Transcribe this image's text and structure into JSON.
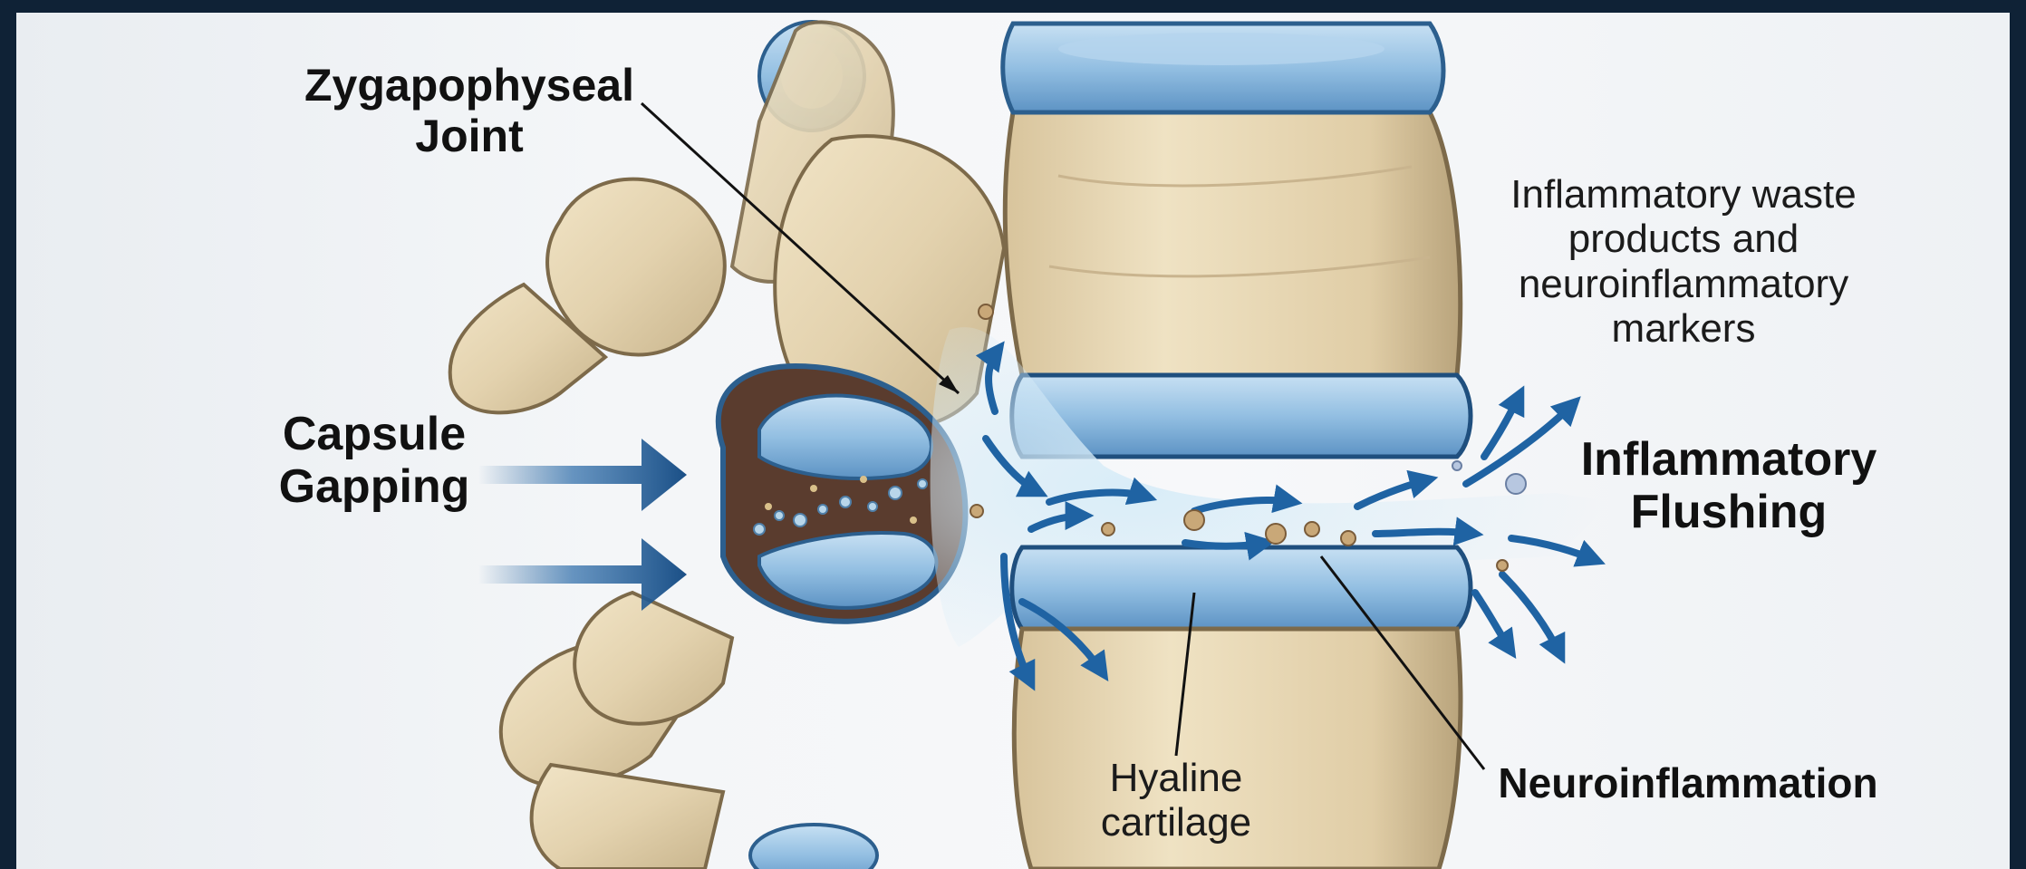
{
  "labels": {
    "zygapophyseal_joint": "Zygapophyseal\nJoint",
    "capsule_gapping": "Capsule\nGapping",
    "inflammatory_waste": "Inflammatory waste\nproducts and\nneuroinflammatory\nmarkers",
    "inflammatory_flushing": "Inflammatory\nFlushing",
    "hyaline_cartilage": "Hyaline\ncartilage",
    "neuroinflammation": "Neuroinflammation"
  },
  "colors": {
    "bone": "#e3d2ae",
    "bone_shadow": "#b8a27a",
    "cartilage": "#9fc7e6",
    "cartilage_dark": "#4a84b8",
    "arrow": "#1e5d9a",
    "synovium": "#6b4a3a",
    "background": "#f4f6f8",
    "frame": "#0f2236"
  },
  "icons": [
    "compression-arrow-icon",
    "flow-arrow-icon"
  ]
}
